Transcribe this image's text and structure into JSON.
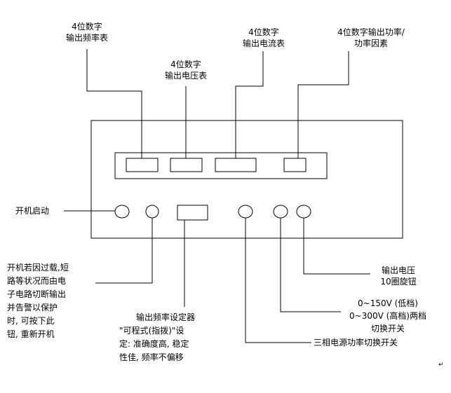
{
  "labels": {
    "freq_display": [
      "4位数字",
      "输出频率表"
    ],
    "volt_display": [
      "4位数字",
      "输出电压表"
    ],
    "curr_display": [
      "4位数字",
      "输出电流表"
    ],
    "power_display": [
      "4位数字输出功率/",
      "功率因素"
    ],
    "power_on": "开机启动",
    "protection": [
      "开机若因过载,短",
      "路等状况而由电",
      "子电路切断输出",
      "并告警以保护",
      "时, 可按下此",
      "钮, 重新开机"
    ],
    "freq_setter": [
      "输出频率设定器",
      "\"可程式(指拨)\"设",
      "定: 准确度高, 稳定",
      "性佳, 频率不偏移"
    ],
    "three_phase_switch": "三相电源功率切换开关",
    "range_switch": [
      "0~150V (低档)",
      "0~300V (高档)两档",
      "切换开关"
    ],
    "volt_knob": [
      "输出电压",
      "10圈旋钮"
    ]
  },
  "colors": {
    "stroke": "#000000",
    "background": "#ffffff"
  }
}
